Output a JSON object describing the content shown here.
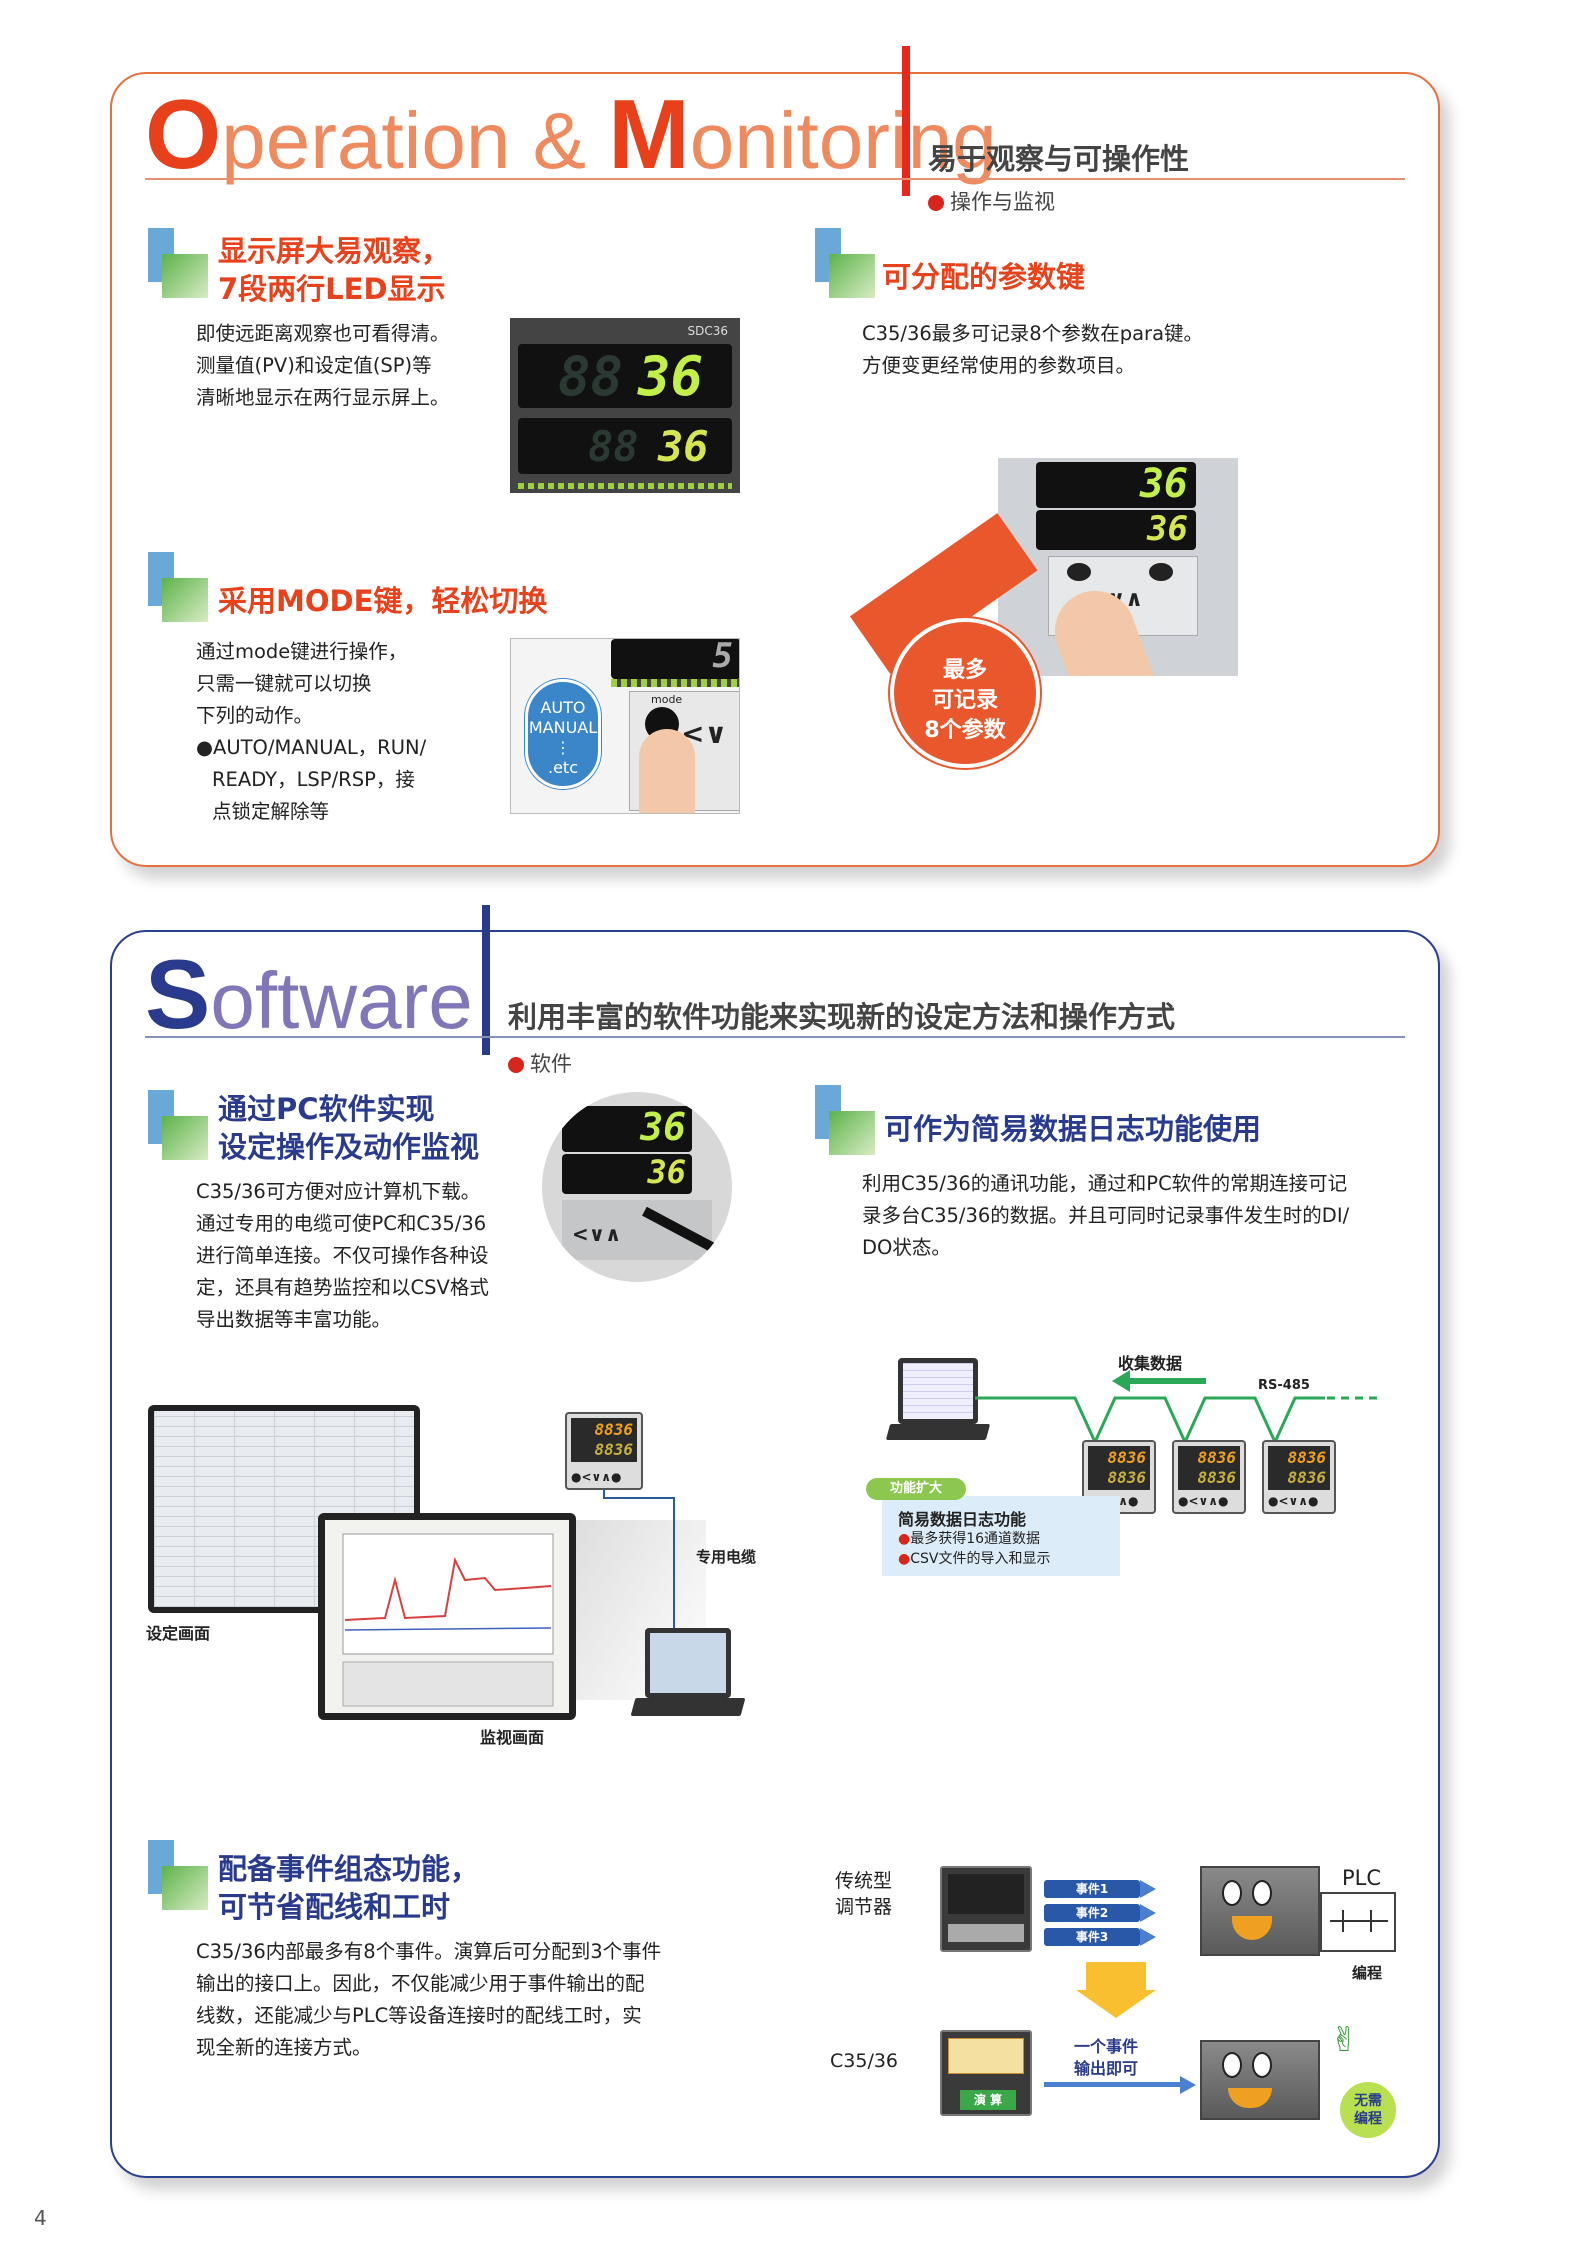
{
  "operation": {
    "title_big1": "O",
    "title_rest1": "peration & ",
    "title_big2": "M",
    "title_rest2": "onitoring",
    "subtitle": "易于观察与可操作性",
    "tag": "操作与监视",
    "sec1": {
      "heading_line1": "显示屏大易观察，",
      "heading_line2": "7段两行LED显示",
      "body": [
        "即使远距离观察也可看得清。",
        "测量值(PV)和设定值(SP)等",
        "清晰地显示在两行显示屏上。"
      ],
      "panel_label": "SDC36",
      "pv": "36",
      "sp": "36",
      "dim_digits": "88"
    },
    "sec2": {
      "heading": "可分配的参数键",
      "body": [
        "C35/36最多可记录8个参数在para键。",
        "方便变更经常使用的参数项目。"
      ],
      "pv": "36",
      "sp": "36",
      "keys": "<∨∧",
      "bubble": [
        "最多",
        "可记录",
        "8个参数"
      ]
    },
    "sec3": {
      "heading": "采用MODE键，轻松切换",
      "body": [
        "通过mode键进行操作，",
        "只需一键就可以切换",
        "下列的动作。"
      ],
      "bullet": [
        "●AUTO/MANUAL，RUN/",
        "READY，LSP/RSP，接",
        "点锁定解除等"
      ],
      "bubble": [
        "AUTO",
        "MANUAL",
        "⋮",
        ".etc"
      ],
      "mode_label": "mode",
      "keys": "<∨",
      "digit": "5"
    }
  },
  "software": {
    "title_big": "S",
    "title_rest": "oftware",
    "subtitle": "利用丰富的软件功能来实现新的设定方法和操作方式",
    "tag": "软件",
    "sec1": {
      "heading_line1": "通过PC软件实现",
      "heading_line2": "设定操作及动作监视",
      "body": [
        "C35/36可方便对应计算机下载。",
        "通过专用的电缆可使PC和C35/36",
        "进行简单连接。不仅可操作各种设",
        "定，还具有趋势监控和以CSV格式",
        "导出数据等丰富功能。"
      ],
      "pv": "36",
      "sp": "36",
      "keys": "<∨∧",
      "setting_label": "设定画面",
      "monitor_label": "监视画面",
      "cable_label": "专用电缆",
      "ctrl_pv": "8836",
      "ctrl_sp": "8836"
    },
    "sec2": {
      "heading": "可作为简易数据日志功能使用",
      "body": [
        "利用C35/36的通讯功能，通过和PC软件的常期连接可记",
        "录多台C35/36的数据。并且可同时记录事件发生时的DI/",
        "DO状态。"
      ],
      "collect_label": "收集数据",
      "rs485": "RS-485",
      "expand": "功能扩大",
      "log_title": "简易数据日志功能",
      "log_items": [
        "最多获得16通道数据",
        "CSV文件的导入和显示"
      ],
      "ctrl_value": "8836",
      "ctrl_keys": "●<∨∧●"
    },
    "sec3": {
      "heading_line1": "配备事件组态功能，",
      "heading_line2": "可节省配线和工时",
      "body": [
        "C35/36内部最多有8个事件。演算后可分配到3个事件",
        "输出的接口上。因此，不仅能减少用于事件输出的配",
        "线数，还能减少与PLC等设备连接时的配线工时，实",
        "现全新的连接方式。"
      ],
      "traditional": [
        "传统型",
        "调节器"
      ],
      "events": [
        "事件1",
        "事件2",
        "事件3"
      ],
      "plc": "PLC",
      "programming": "编程",
      "c3536": "C35/36",
      "one_event": [
        "一个事件",
        "输出即可"
      ],
      "calc": "演 算",
      "no_program": [
        "无需",
        "编程"
      ]
    }
  },
  "page_number": "4"
}
